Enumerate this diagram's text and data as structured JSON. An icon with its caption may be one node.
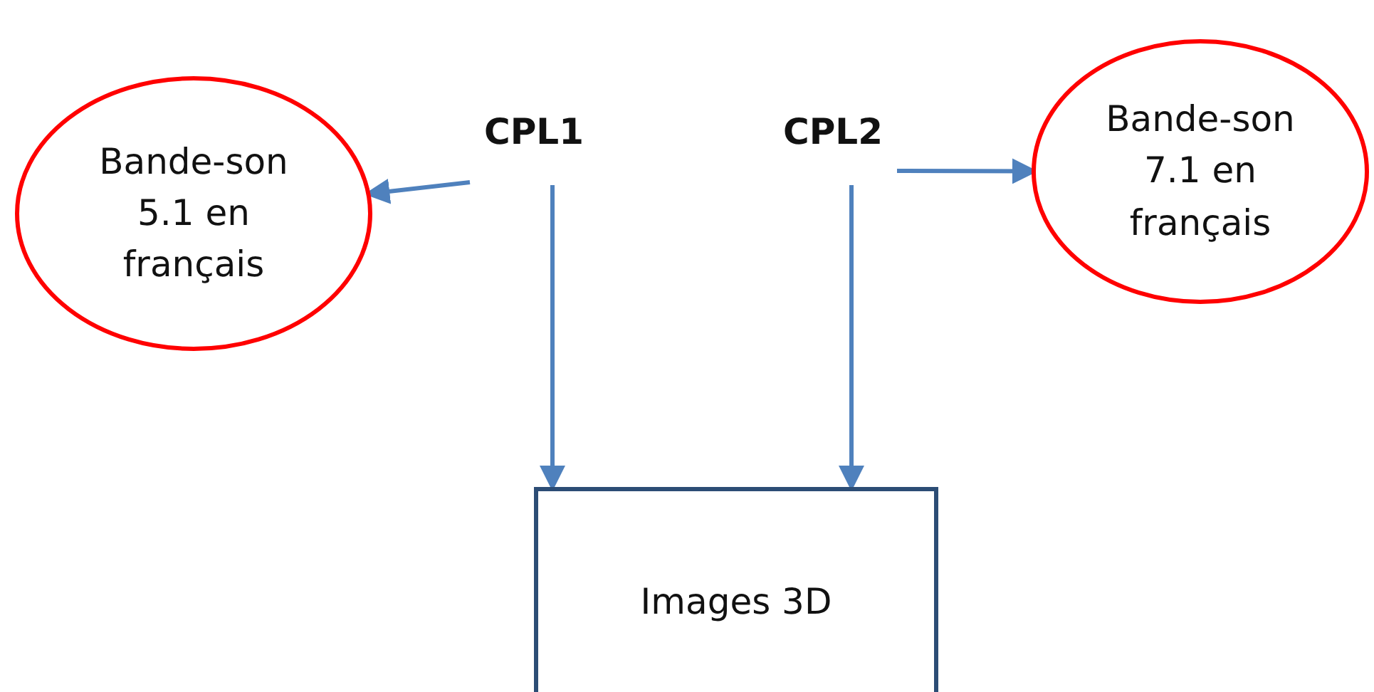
{
  "diagram": {
    "nodes": [
      {
        "text": [
          "Bande-son 5.1 en français"
        ]
      },
      {
        "text": [
          "CPL1"
        ]
      },
      {
        "text": [
          "CPL2"
        ]
      },
      {
        "text": [
          "Bande-son 7.1 en français"
        ]
      },
      {
        "text": [
          "Images 3D"
        ]
      }
    ],
    "edges": [
      {
        "from": 1,
        "to": 0,
        "arrow": "to"
      },
      {
        "from": 1,
        "to": 4,
        "arrow": "to"
      },
      {
        "from": 2,
        "to": 4,
        "arrow": "to"
      },
      {
        "from": 2,
        "to": 3,
        "arrow": "to"
      }
    ]
  }
}
